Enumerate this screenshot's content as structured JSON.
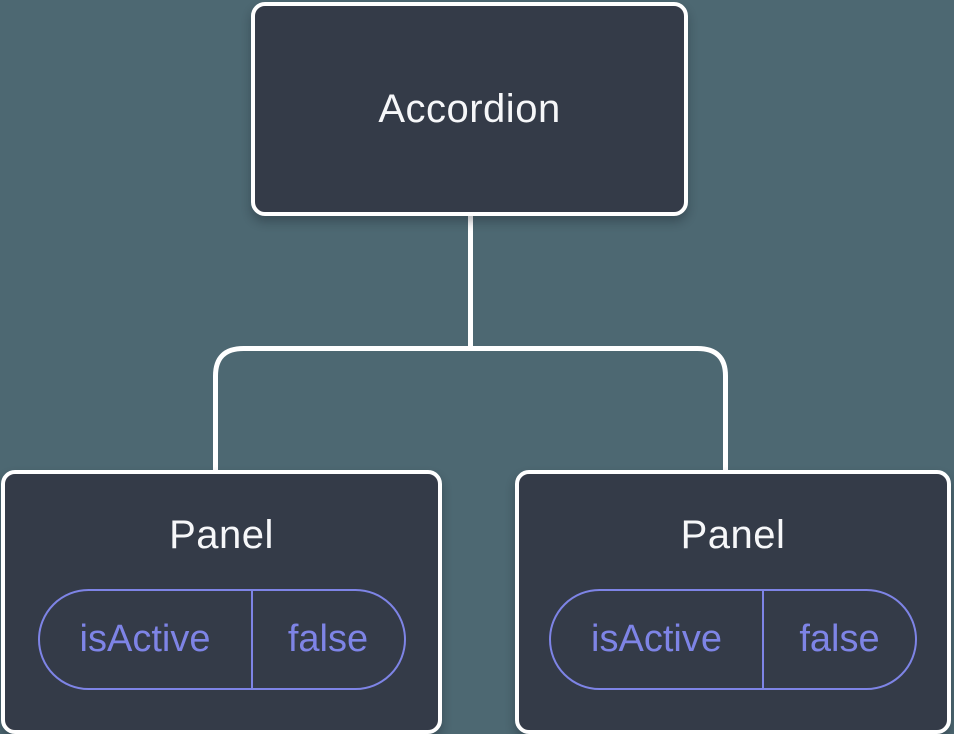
{
  "colors": {
    "canvas-bg": "#4d6872",
    "node-bg": "#343b48",
    "line": "#ffffff",
    "accent": "#7e84e6",
    "title": "#f6f7f9"
  },
  "diagram": {
    "type": "component-tree",
    "root": {
      "label": "Accordion"
    },
    "panels": [
      {
        "label": "Panel",
        "state": {
          "name": "isActive",
          "value": "false"
        }
      },
      {
        "label": "Panel",
        "state": {
          "name": "isActive",
          "value": "false"
        }
      }
    ]
  }
}
